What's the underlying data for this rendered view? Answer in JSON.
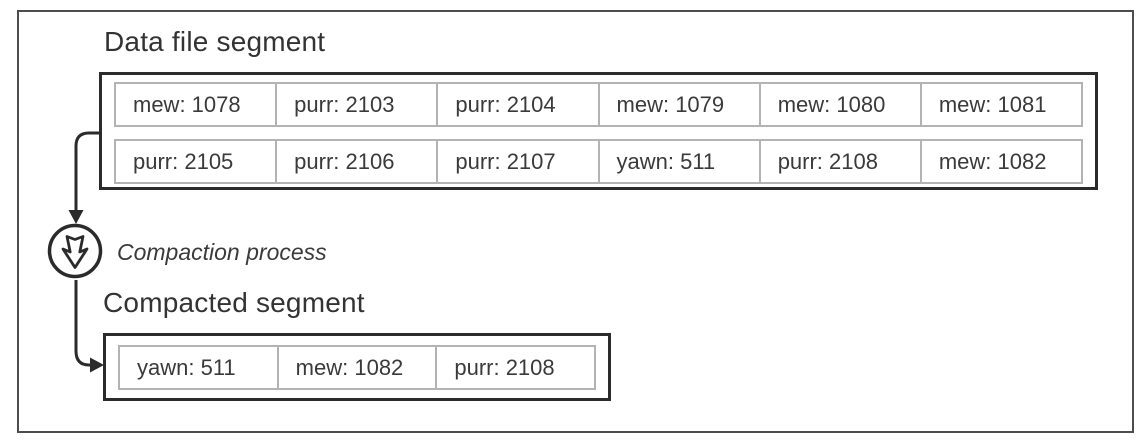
{
  "diagram": {
    "data_file_segment": {
      "title": "Data file segment",
      "rows": [
        [
          "mew: 1078",
          "purr: 2103",
          "purr: 2104",
          "mew: 1079",
          "mew: 1080",
          "mew: 1081"
        ],
        [
          "purr: 2105",
          "purr: 2106",
          "purr: 2107",
          "yawn: 511",
          "purr: 2108",
          "mew: 1082"
        ]
      ]
    },
    "process": {
      "label": "Compaction process",
      "icon": "compaction-arrow-icon"
    },
    "compacted_segment": {
      "title": "Compacted segment",
      "cells": [
        "yawn: 511",
        "mew: 1082",
        "purr: 2108"
      ]
    },
    "colors": {
      "line": "#2b2b2b",
      "cell_border": "#b3b3b3",
      "text": "#3a3a3a",
      "frame_border": "#4d4d4d",
      "background": "#ffffff"
    }
  }
}
